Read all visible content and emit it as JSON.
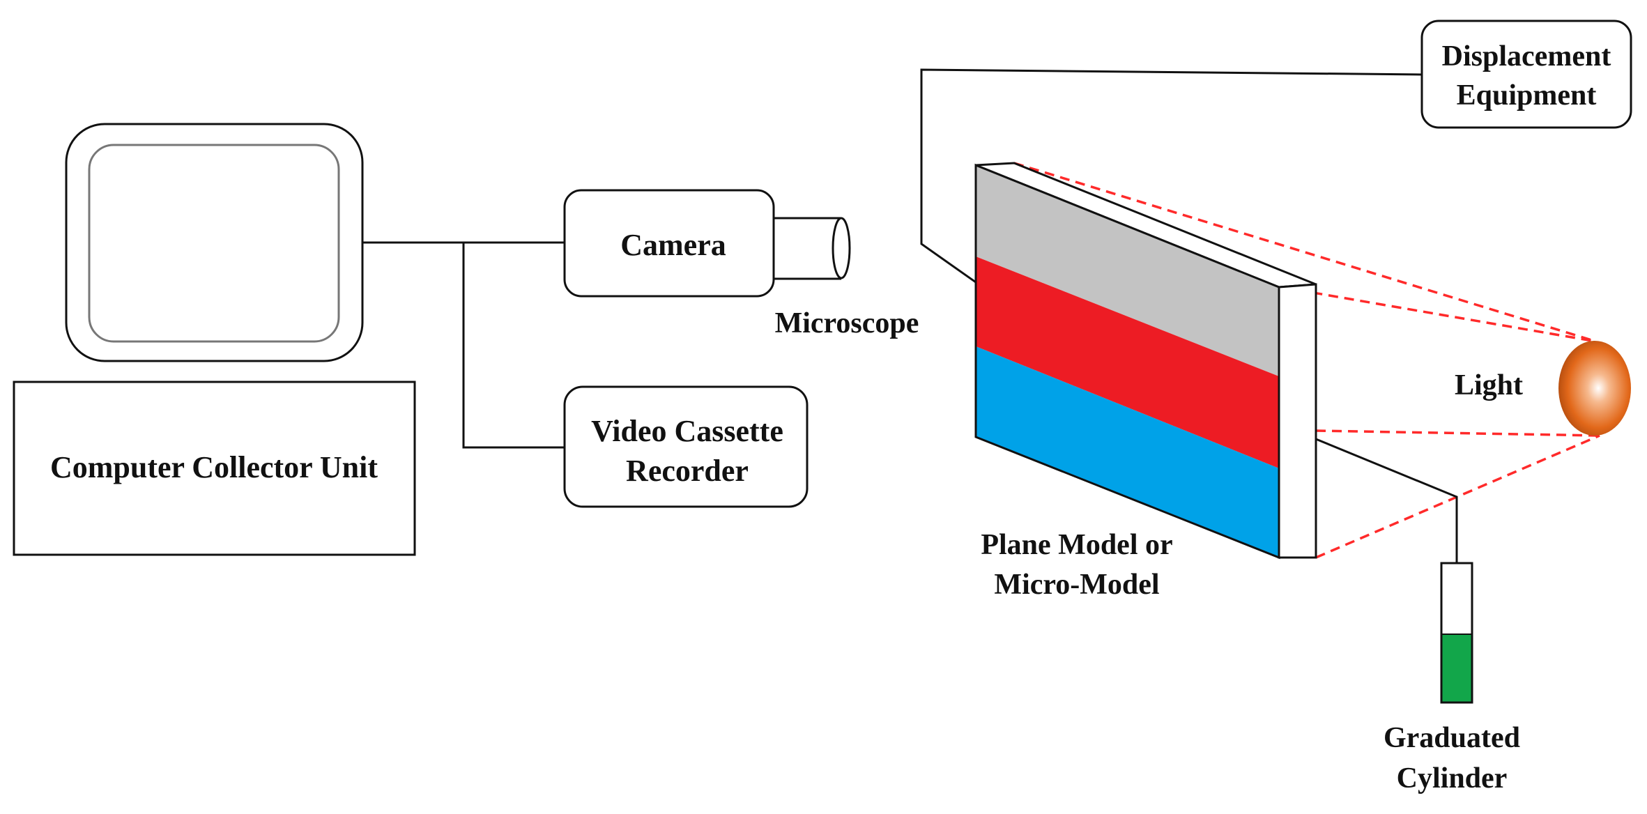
{
  "labels": {
    "computer_collector_unit": "Computer Collector Unit",
    "camera": "Camera",
    "microscope": "Microscope",
    "video_cassette_recorder": [
      "Video Cassette",
      "Recorder"
    ],
    "displacement_equipment": [
      "Displacement",
      "Equipment"
    ],
    "light": "Light",
    "plane_model": [
      "Plane Model or",
      "Micro-Model"
    ],
    "graduated_cylinder": [
      "Graduated",
      "Cylinder"
    ]
  },
  "colors": {
    "line": "#111111",
    "model_top_layer": "#c0c0c0",
    "model_middle_layer": "#ed1c24",
    "model_bottom_layer": "#00a2e8",
    "light_beam": "#ff2a2a",
    "light_bulb": "#e2681a",
    "cylinder_fluid": "#12a64a"
  }
}
